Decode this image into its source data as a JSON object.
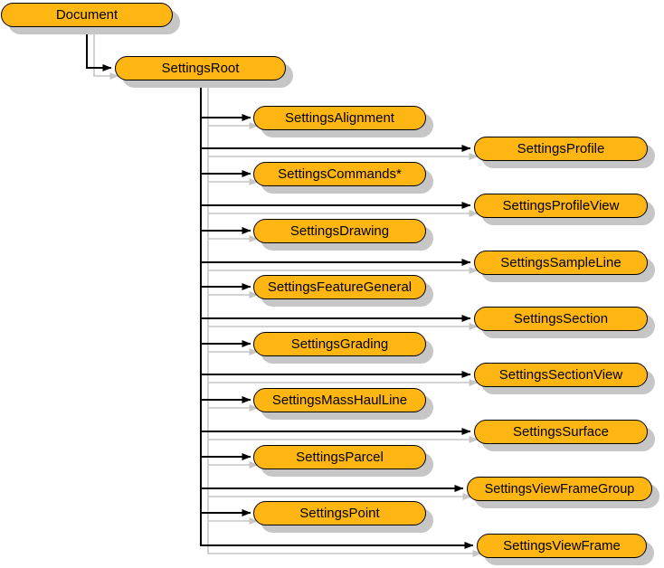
{
  "diagram": {
    "kind": "object-model-hierarchy-tree"
  },
  "colors": {
    "background": "#FFFFFF",
    "node_fill": "#FFB612",
    "node_border": "#000000",
    "node_text": "#000000",
    "shadow": "#C6C6C6",
    "connector": "#000000",
    "connector_shadow": "#C6C6C6"
  },
  "nodes": [
    {
      "label": "Document",
      "parent": null
    },
    {
      "label": "SettingsRoot",
      "parent": "Document"
    },
    {
      "label": "SettingsAlignment",
      "parent": "SettingsRoot"
    },
    {
      "label": "SettingsCommands*",
      "parent": "SettingsRoot"
    },
    {
      "label": "SettingsDrawing",
      "parent": "SettingsRoot"
    },
    {
      "label": "SettingsFeatureGeneral",
      "parent": "SettingsRoot"
    },
    {
      "label": "SettingsGrading",
      "parent": "SettingsRoot"
    },
    {
      "label": "SettingsMassHaulLine",
      "parent": "SettingsRoot"
    },
    {
      "label": "SettingsParcel",
      "parent": "SettingsRoot"
    },
    {
      "label": "SettingsPoint",
      "parent": "SettingsRoot"
    },
    {
      "label": "SettingsProfile",
      "parent": "SettingsRoot"
    },
    {
      "label": "SettingsProfileView",
      "parent": "SettingsRoot"
    },
    {
      "label": "SettingsSampleLine",
      "parent": "SettingsRoot"
    },
    {
      "label": "SettingsSection",
      "parent": "SettingsRoot"
    },
    {
      "label": "SettingsSectionView",
      "parent": "SettingsRoot"
    },
    {
      "label": "SettingsSurface",
      "parent": "SettingsRoot"
    },
    {
      "label": "SettingsViewFrameGroup",
      "parent": "SettingsRoot"
    },
    {
      "label": "SettingsViewFrame",
      "parent": "SettingsRoot"
    }
  ]
}
